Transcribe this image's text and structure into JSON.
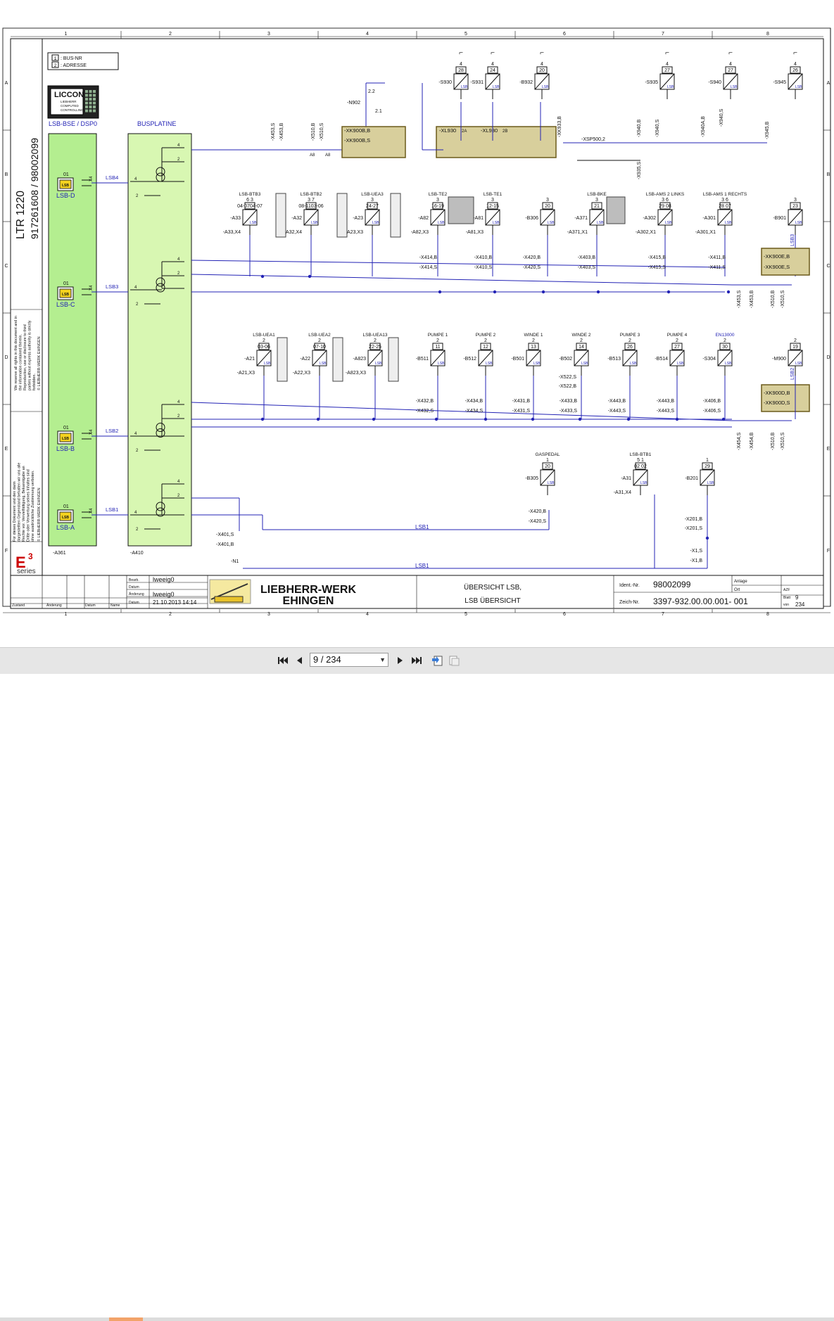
{
  "grid": {
    "columns": [
      "1",
      "2",
      "3",
      "4",
      "5",
      "6",
      "7",
      "8"
    ],
    "rows": [
      "A",
      "B",
      "C",
      "D",
      "E",
      "F"
    ]
  },
  "legend": {
    "bus_nr_num": "1",
    "bus_nr": ": BUS-NR",
    "adresse_num": "2",
    "adresse": ": ADRESSE"
  },
  "titles": {
    "model": "LTR 1220",
    "numbers": "917261608  /  98002099",
    "liccon_logo": "LICCON",
    "liccon_sub": [
      "LIEBHERR",
      "COMPUTED",
      "CONTROLLING"
    ],
    "lsb_bse": "LSB-BSE / DSP0",
    "busplatine": "BUSPLATINE"
  },
  "modules": [
    {
      "name": "LSB-D",
      "addr": "01",
      "bus": "LSB4"
    },
    {
      "name": "LSB-C",
      "addr": "01",
      "bus": "LSB3"
    },
    {
      "name": "LSB-B",
      "addr": "01",
      "bus": "LSB2"
    },
    {
      "name": "LSB-A",
      "addr": "01",
      "bus": "LSB1"
    }
  ],
  "refs": {
    "a361": "-A361",
    "a410": "-A410",
    "x401s": "-X401,S",
    "x401b": "-X401,B",
    "n1": "-N1",
    "lsb1": "LSB1"
  },
  "top_connectors": {
    "x453s": "-X453,S",
    "x453b": "-X453,B",
    "x510b": "-X510,B",
    "x510s": "-X510,S",
    "a8": "A8",
    "n902": "-N902",
    "n22": "2.2",
    "n21": "2.1",
    "xk900b_b": "-XK900B,B",
    "xk900b_s": "-XK900B,S",
    "xl930a": "-XL930",
    "xl930b": "-XL930",
    "xl2a": "2A",
    "xl2b": "2B",
    "xk933b": "-XK933,B",
    "xsp500": "-XSP500,2",
    "x940b": "-X940,B",
    "x940s": "-X940,S",
    "x940ab": "-X940A,B",
    "x940s2": "-X940,S",
    "x935s": "-X935,S",
    "x945b": "-X945,B"
  },
  "switches": [
    {
      "ref": "-S930",
      "bus": "4",
      "addr": "28"
    },
    {
      "ref": "-S931",
      "bus": "4",
      "addr": "24"
    },
    {
      "ref": "-B932",
      "bus": "4",
      "addr": "20"
    },
    {
      "ref": "-S935",
      "bus": "4",
      "addr": "27"
    },
    {
      "ref": "-S940",
      "bus": "4",
      "addr": "27"
    },
    {
      "ref": "-S945",
      "bus": "4",
      "addr": "26"
    }
  ],
  "switch_marks": [
    "1",
    "4",
    "2",
    "2",
    "3"
  ],
  "row_b": [
    {
      "ref": "-A33",
      "label": "LSB-BTB3",
      "bus": "6  3",
      "addr": "04-0704-07",
      "sub": "-A33,X4"
    },
    {
      "ref": "-A32",
      "label": "LSB-BTB2",
      "bus": "3  7",
      "addr": "08-1103-06",
      "sub": "-A32,X4"
    },
    {
      "ref": "-A23",
      "label": "LSB-UEA3",
      "bus": "3",
      "addr": "24-27",
      "sub": "-A23,X3"
    },
    {
      "ref": "-A82",
      "label": "LSB-TE2",
      "bus": "3",
      "addr": "16-19",
      "sub": "-A82,X3"
    },
    {
      "ref": "-A81",
      "label": "LSB-TE1",
      "bus": "3",
      "addr": "12-15",
      "sub": "-A81,X3"
    },
    {
      "ref": "-B306",
      "label": "",
      "bus": "3",
      "addr": "20",
      "sub": ""
    },
    {
      "ref": "-A371",
      "label": "LSB-BKE",
      "bus": "3",
      "addr": "21",
      "sub": "-A371,X1"
    },
    {
      "ref": "-A302",
      "label": "LSB-AMS 2 LINKS",
      "bus": "3  6",
      "addr": "29  08",
      "sub": "-A302,X1"
    },
    {
      "ref": "-A301",
      "label": "LSB-AMS 1 RECHTS",
      "bus": "3  6",
      "addr": "28  07",
      "sub": "-A301,X1"
    },
    {
      "ref": "-B901",
      "label": "",
      "bus": "3",
      "addr": "23",
      "sub": ""
    }
  ],
  "row_b_conn": [
    {
      "b": "-X414,B",
      "s": "-X414,S"
    },
    {
      "b": "-X410,B",
      "s": "-X410,S"
    },
    {
      "b": "-X420,B",
      "s": "-X420,S"
    },
    {
      "b": "-X403,B",
      "s": "-X403,S"
    },
    {
      "b": "-X415,B",
      "s": "-X415,S"
    },
    {
      "b": "-X411,B",
      "s": "-X411,S"
    }
  ],
  "boxes": {
    "xk900e_b": "-XK900E,B",
    "xk900e_s": "-XK900E,S",
    "xk900d_b": "-XK900D,B",
    "xk900d_s": "-XK900D,S",
    "lsb3": "LSB3",
    "lsb2": "LSB2"
  },
  "right_c": [
    "-X453,S",
    "-X453,B",
    "-X510,B",
    "-X510,S"
  ],
  "right_d": [
    "-X454,S",
    "-X454,B",
    "-X510,B",
    "-X510,S"
  ],
  "row_d": [
    {
      "ref": "-A21",
      "label": "LSB-UEA1",
      "bus": "2",
      "addr": "03-06",
      "sub": "-A21,X3"
    },
    {
      "ref": "-A22",
      "label": "LSB-UEA2",
      "bus": "2",
      "addr": "07-10",
      "sub": "-A22,X3"
    },
    {
      "ref": "-A823",
      "label": "LSB-UEA13",
      "bus": "2",
      "addr": "22-25",
      "sub": "-A823,X3"
    },
    {
      "ref": "-B511",
      "label": "PUMPE 1",
      "bus": "2",
      "addr": "11",
      "sub": ""
    },
    {
      "ref": "-B512",
      "label": "PUMPE 2",
      "bus": "2",
      "addr": "12",
      "sub": ""
    },
    {
      "ref": "-B501",
      "label": "WINDE 1",
      "bus": "2",
      "addr": "13",
      "sub": ""
    },
    {
      "ref": "-B502",
      "label": "WINDE 2",
      "bus": "2",
      "addr": "14",
      "sub": ""
    },
    {
      "ref": "-B513",
      "label": "PUMPE 3",
      "bus": "2",
      "addr": "26",
      "sub": ""
    },
    {
      "ref": "-B514",
      "label": "PUMPE 4",
      "bus": "2",
      "addr": "27",
      "sub": ""
    },
    {
      "ref": "-S304",
      "label": "EN13000",
      "bus": "2",
      "addr": "30",
      "sub": ""
    },
    {
      "ref": "-M900",
      "label": "",
      "bus": "2",
      "addr": "19",
      "sub": ""
    }
  ],
  "row_d_conn": [
    {
      "b": "-X432,B",
      "s": "-X432,S"
    },
    {
      "b": "-X434,B",
      "s": "-X434,S"
    },
    {
      "b": "-X431,B",
      "s": "-X431,S"
    },
    {
      "b": "-X433,B",
      "s": "-X433,S"
    },
    {
      "b": "-X443,B",
      "s": "-X443,S"
    },
    {
      "b": "-X443,B",
      "s": "-X443,S"
    },
    {
      "b": "-X406,B",
      "s": "-X406,S"
    }
  ],
  "row_d_extra": {
    "x522s": "-X522,S",
    "x522b": "-X522,B"
  },
  "row_e": [
    {
      "ref": "-B305",
      "label": "GASPEDAL",
      "bus": "1",
      "addr": "20",
      "sub": ""
    },
    {
      "ref": "-A31",
      "label": "LSB-BTB1",
      "bus": "5  1",
      "addr": "02  02",
      "sub": "-A31,X4"
    },
    {
      "ref": "-B201",
      "label": "",
      "bus": "1",
      "addr": "29",
      "sub": ""
    }
  ],
  "row_e_conn": {
    "x420b": "-X420,B",
    "x420s": "-X420,S",
    "x201b": "-X201,B",
    "x201s": "-X201,S",
    "x1s": "-X1,S",
    "x1b": "-X1,B"
  },
  "copyright": {
    "en": "We reserve all rights in this document and in the information contained therein. Reproduction, use or disclosure to third parties without express authority is strictly forbidden.",
    "en_c": "© LIEBHERR-WERK EHINGEN",
    "de": "Für dieses Dokument und den darin dargestellten Gegenstand behalten wir uns alle Rechte vor. Vervielfältigung, Bekanntgabe an Dritte oder Verwertung seines Inhaltes sind ohne ausdrückliche Zustimmung verboten.",
    "de_c": "© LIEBHERR-WERK EHINGEN"
  },
  "e3": {
    "logo": "E",
    "sup": "3",
    "series": "series"
  },
  "titleblock": {
    "bearb_label": "Bearb.",
    "bearb": "lweeig0",
    "datum_label": "Datum",
    "aenderung_label": "Änderung",
    "aenderung": "lweeig0",
    "datum2_label": "Datum",
    "datum2": "21.10.2013  14:14",
    "zustand": "Zustand",
    "aend": "Änderung",
    "datum": "Datum",
    "name": "Name",
    "company1": "LIEBHERR-WERK",
    "company2": "EHINGEN",
    "desc1": "ÜBERSICHT LSB,",
    "desc2": "LSB ÜBERSICHT",
    "ident_label": "Ident.-Nr.",
    "ident": "98002099",
    "zeich_label": "Zeich-Nr.",
    "zeich": "3397-932.00.00.001-  001",
    "anlage": "Anlage",
    "ort": "Ort",
    "azf": "AZF",
    "blatt_label": "Blatt",
    "blatt": "9",
    "von_label": "von",
    "von": "234"
  },
  "viewer": {
    "page": "9 / 234"
  }
}
